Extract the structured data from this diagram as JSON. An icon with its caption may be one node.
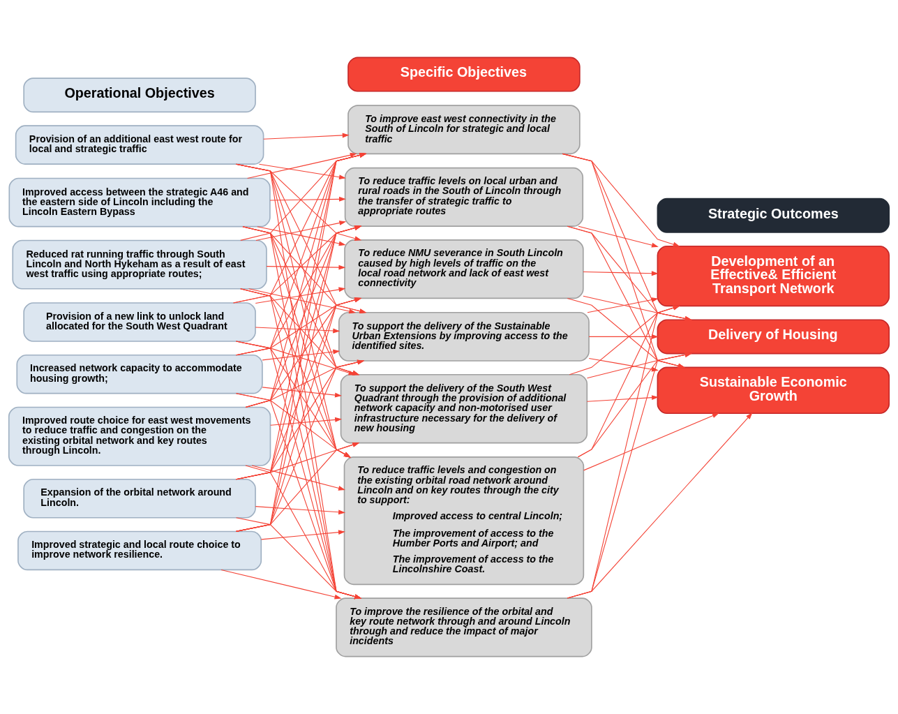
{
  "diagram": {
    "nodes": [
      {
        "text": [
          "Operational Objectives"
        ]
      },
      {
        "text": [
          "Specific Objectives"
        ]
      },
      {
        "text": [
          "Strategic Outcomes"
        ]
      },
      {
        "text": [
          "Provision of an additional east west route for local and strategic traffic"
        ]
      },
      {
        "text": [
          "Improved access between the strategic A46 and the eastern side of Lincoln including the Lincoln Eastern Bypass"
        ]
      },
      {
        "text": [
          "Reduced rat running traffic through South Lincoln and North Hykeham as a result of east west traffic using appropriate routes;"
        ]
      },
      {
        "text": [
          "Provision of a new link to unlock land allocated for the South West Quadrant"
        ]
      },
      {
        "text": [
          "Increased network capacity to accommodate housing growth;"
        ]
      },
      {
        "text": [
          "Improved route choice for east west movements to reduce traffic and congestion on the existing orbital network and key routes through Lincoln."
        ]
      },
      {
        "text": [
          "Expansion of the orbital network around Lincoln."
        ]
      },
      {
        "text": [
          "Improved strategic and local route choice to improve network resilience."
        ]
      },
      {
        "text": [
          "To improve east west connectivity in the South of Lincoln for strategic and local traffic"
        ]
      },
      {
        "text": [
          "To reduce traffic levels on local urban and rural roads in the South of Lincoln through the transfer of strategic traffic to appropriate routes"
        ]
      },
      {
        "text": [
          "To reduce NMU severance in South Lincoln caused by high levels of traffic on the local road network and lack of east west connectivity"
        ]
      },
      {
        "text": [
          "To support the delivery of the Sustainable Urban Extensions by improving access to the identified sites."
        ]
      },
      {
        "text": [
          "To support the delivery of the South West Quadrant through the provision of additional network capacity and non-motorised user infrastructure necessary for the delivery of new housing"
        ]
      },
      {
        "text": [
          "To reduce traffic levels and congestion on the existing orbital road network around Lincoln and on key routes through the city to support:",
          "Improved access to central Lincoln;",
          "The improvement of access to the Humber Ports and Airport; and",
          "The improvement of access to the Lincolnshire Coast."
        ]
      },
      {
        "text": [
          "To improve the resilience of the orbital and key route network through and around Lincoln through and reduce the impact of major incidents"
        ]
      },
      {
        "text": [
          "Development of an Effective& Efficient Transport Network"
        ]
      },
      {
        "text": [
          "Delivery of Housing"
        ]
      },
      {
        "text": [
          "Sustainable Economic Growth"
        ]
      }
    ],
    "edges": [
      {
        "from": 3,
        "to": 11,
        "arrow": "to"
      },
      {
        "from": 3,
        "to": 12,
        "arrow": "to"
      },
      {
        "from": 3,
        "to": 13,
        "arrow": "to"
      },
      {
        "from": 3,
        "to": 14,
        "arrow": "to"
      },
      {
        "from": 3,
        "to": 15,
        "arrow": "to"
      },
      {
        "from": 3,
        "to": 16,
        "arrow": "to"
      },
      {
        "from": 3,
        "to": 17,
        "arrow": "to"
      },
      {
        "from": 4,
        "to": 11,
        "arrow": "to"
      },
      {
        "from": 4,
        "to": 12,
        "arrow": "to"
      },
      {
        "from": 4,
        "to": 13,
        "arrow": "to"
      },
      {
        "from": 4,
        "to": 14,
        "arrow": "to"
      },
      {
        "from": 4,
        "to": 15,
        "arrow": "to"
      },
      {
        "from": 4,
        "to": 16,
        "arrow": "to"
      },
      {
        "from": 4,
        "to": 17,
        "arrow": "to"
      },
      {
        "from": 5,
        "to": 11,
        "arrow": "to"
      },
      {
        "from": 5,
        "to": 12,
        "arrow": "to"
      },
      {
        "from": 5,
        "to": 13,
        "arrow": "to"
      },
      {
        "from": 5,
        "to": 14,
        "arrow": "to"
      },
      {
        "from": 5,
        "to": 15,
        "arrow": "to"
      },
      {
        "from": 5,
        "to": 16,
        "arrow": "to"
      },
      {
        "from": 5,
        "to": 17,
        "arrow": "to"
      },
      {
        "from": 6,
        "to": 11,
        "arrow": "to"
      },
      {
        "from": 6,
        "to": 12,
        "arrow": "to"
      },
      {
        "from": 6,
        "to": 13,
        "arrow": "to"
      },
      {
        "from": 6,
        "to": 14,
        "arrow": "to"
      },
      {
        "from": 6,
        "to": 15,
        "arrow": "to"
      },
      {
        "from": 6,
        "to": 16,
        "arrow": "to"
      },
      {
        "from": 6,
        "to": 17,
        "arrow": "to"
      },
      {
        "from": 7,
        "to": 11,
        "arrow": "to"
      },
      {
        "from": 7,
        "to": 12,
        "arrow": "to"
      },
      {
        "from": 7,
        "to": 13,
        "arrow": "to"
      },
      {
        "from": 7,
        "to": 14,
        "arrow": "to"
      },
      {
        "from": 7,
        "to": 15,
        "arrow": "to"
      },
      {
        "from": 7,
        "to": 16,
        "arrow": "to"
      },
      {
        "from": 7,
        "to": 17,
        "arrow": "to"
      },
      {
        "from": 8,
        "to": 11,
        "arrow": "to"
      },
      {
        "from": 8,
        "to": 12,
        "arrow": "to"
      },
      {
        "from": 8,
        "to": 13,
        "arrow": "to"
      },
      {
        "from": 8,
        "to": 14,
        "arrow": "to"
      },
      {
        "from": 8,
        "to": 15,
        "arrow": "to"
      },
      {
        "from": 8,
        "to": 16,
        "arrow": "to"
      },
      {
        "from": 8,
        "to": 17,
        "arrow": "to"
      },
      {
        "from": 9,
        "to": 11,
        "arrow": "to"
      },
      {
        "from": 9,
        "to": 12,
        "arrow": "to"
      },
      {
        "from": 9,
        "to": 13,
        "arrow": "to"
      },
      {
        "from": 9,
        "to": 14,
        "arrow": "to"
      },
      {
        "from": 9,
        "to": 15,
        "arrow": "to"
      },
      {
        "from": 9,
        "to": 16,
        "arrow": "to"
      },
      {
        "from": 9,
        "to": 17,
        "arrow": "to"
      },
      {
        "from": 10,
        "to": 11,
        "arrow": "to"
      },
      {
        "from": 10,
        "to": 12,
        "arrow": "to"
      },
      {
        "from": 10,
        "to": 13,
        "arrow": "to"
      },
      {
        "from": 10,
        "to": 14,
        "arrow": "to"
      },
      {
        "from": 10,
        "to": 15,
        "arrow": "to"
      },
      {
        "from": 10,
        "to": 16,
        "arrow": "to"
      },
      {
        "from": 10,
        "to": 17,
        "arrow": "to"
      },
      {
        "from": 11,
        "to": 18,
        "arrow": "to"
      },
      {
        "from": 11,
        "to": 19,
        "arrow": "to"
      },
      {
        "from": 11,
        "to": 20,
        "arrow": "to"
      },
      {
        "from": 12,
        "to": 18,
        "arrow": "to"
      },
      {
        "from": 12,
        "to": 19,
        "arrow": "to"
      },
      {
        "from": 12,
        "to": 20,
        "arrow": "to"
      },
      {
        "from": 13,
        "to": 18,
        "arrow": "to"
      },
      {
        "from": 13,
        "to": 19,
        "arrow": "to"
      },
      {
        "from": 13,
        "to": 20,
        "arrow": "to"
      },
      {
        "from": 14,
        "to": 18,
        "arrow": "to"
      },
      {
        "from": 14,
        "to": 19,
        "arrow": "to"
      },
      {
        "from": 14,
        "to": 20,
        "arrow": "to"
      },
      {
        "from": 15,
        "to": 18,
        "arrow": "to"
      },
      {
        "from": 15,
        "to": 19,
        "arrow": "to"
      },
      {
        "from": 15,
        "to": 20,
        "arrow": "to"
      },
      {
        "from": 16,
        "to": 18,
        "arrow": "to"
      },
      {
        "from": 16,
        "to": 19,
        "arrow": "to"
      },
      {
        "from": 16,
        "to": 20,
        "arrow": "to"
      },
      {
        "from": 17,
        "to": 18,
        "arrow": "to"
      },
      {
        "from": 17,
        "to": 19,
        "arrow": "to"
      },
      {
        "from": 17,
        "to": 20,
        "arrow": "to"
      }
    ]
  }
}
